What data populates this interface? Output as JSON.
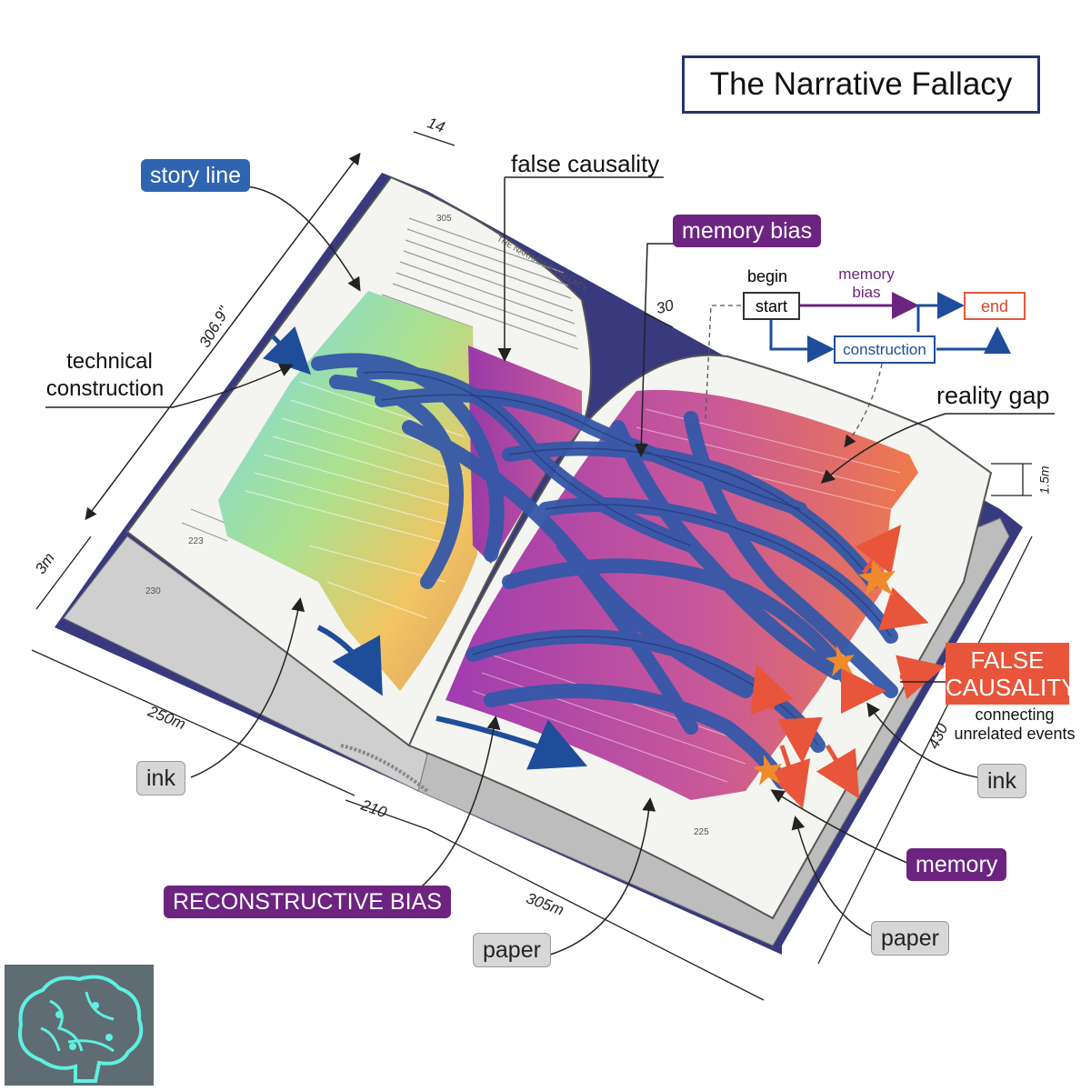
{
  "title": "The Narrative Fallacy",
  "labels": {
    "story_line": "story line",
    "false_causality_top": "false causality",
    "memory_bias_tag": "memory bias",
    "technical_construction": [
      "technical",
      "construction"
    ],
    "reality_gap": "reality gap",
    "false_causality_box": [
      "FALSE",
      "CAUSALITY"
    ],
    "connecting": [
      "connecting",
      "unrelated events"
    ],
    "ink_left": "ink",
    "ink_right": "ink",
    "memory": "memory",
    "reconstructive_bias": "RECONSTRUCTIVE BIAS",
    "paper_left": "paper",
    "paper_right": "paper"
  },
  "flowchart": {
    "begin": "begin",
    "start": "start",
    "memory_bias": [
      "memory",
      "bias"
    ],
    "end": "end",
    "construction": "construction"
  },
  "dimensions": {
    "d14": "14",
    "d306": "306.9\"",
    "d30": "30",
    "d15m": "1.5m",
    "d3m": "3m",
    "d250m": "250m",
    "d210": "210",
    "d305m": "305m",
    "d430": "430"
  },
  "pages": {
    "p305": "305",
    "p223": "223",
    "p230": "230",
    "p225": "225",
    "running_head": "THE NARRATIVE FALLACY"
  },
  "colors": {
    "blue": "#2f64b0",
    "purple": "#6c2480",
    "orange": "#e8553a",
    "navy": "#24356b"
  },
  "icons": [
    "brain-puzzle-icon"
  ]
}
